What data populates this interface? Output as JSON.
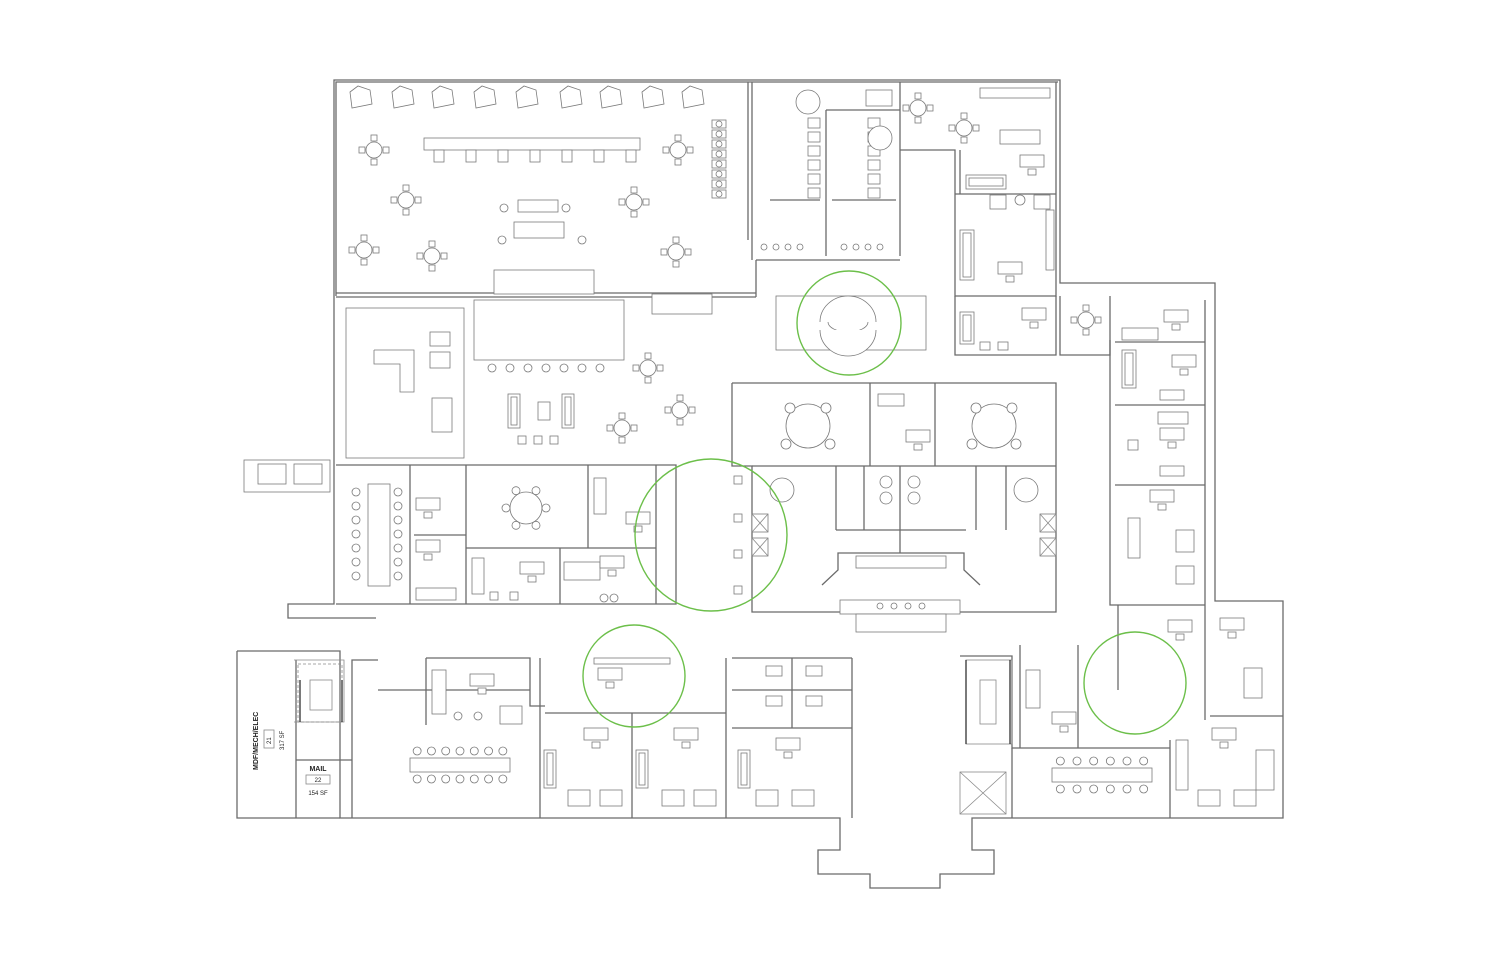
{
  "rooms": [
    {
      "name": "MDF/MECH/ELEC",
      "number": "21",
      "area": "317 SF"
    },
    {
      "name": "MAIL",
      "number": "22",
      "area": "154 SF"
    }
  ],
  "colors": {
    "wall": "#6b6b6b",
    "furniture": "#7a7a7a",
    "highlight": "#6cbf4a",
    "background": "#ffffff"
  }
}
